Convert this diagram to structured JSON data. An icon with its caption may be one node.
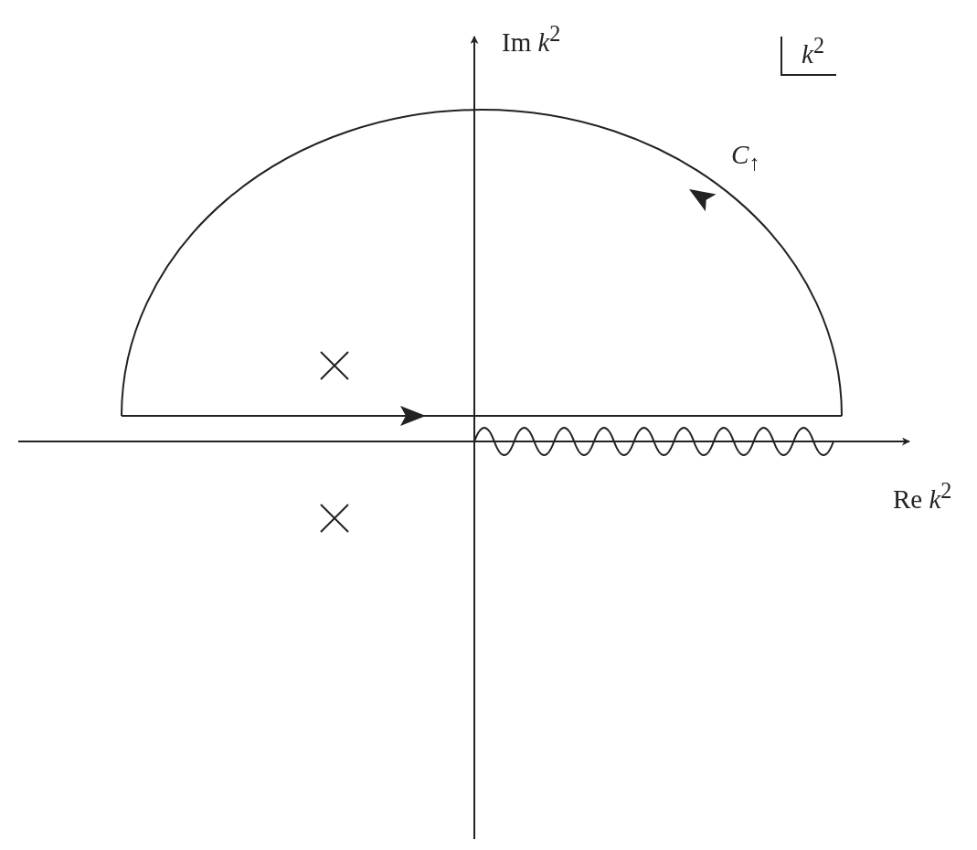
{
  "diagram": {
    "labels": [
      "Im *k*$^{2}$",
      "*k*$^{2}$",
      "*C*$_{↑}$",
      "Re *k*$^{2}$"
    ]
  }
}
